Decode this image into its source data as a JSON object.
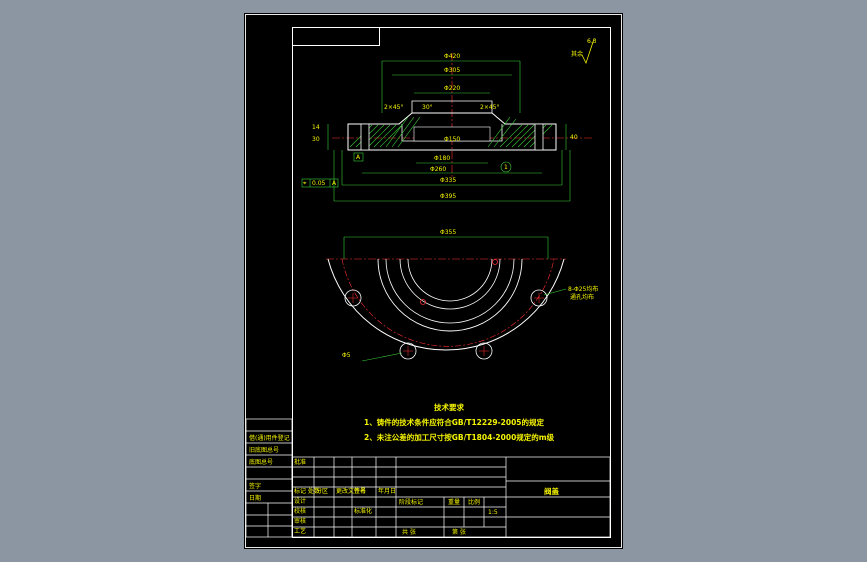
{
  "drawing": {
    "title": "阀盖",
    "tech_req_title": "技术要求",
    "tech_req_1": "1、铸件的技术条件应符合GB/T12229-2005的规定",
    "tech_req_2": "2、未注公差的加工尺寸按GB/T1804-2000规定的m级",
    "roughness_note": "其余",
    "roughness_value": "6.3",
    "gdt_symbol": "⌖",
    "gdt_value": "0.05",
    "gdt_datum": "A",
    "datum_label": "A",
    "balloon": "1",
    "dimensions": {
      "d1": "Φ420",
      "d2": "Φ305",
      "d3": "Φ220",
      "d4": "Φ260",
      "d5": "Φ180",
      "d6": "Φ150",
      "d7": "Φ335",
      "d8": "Φ355",
      "d9": "Φ395",
      "dim_side1": "14",
      "dim_side2": "30",
      "dim_right": "40",
      "chamfer1": "2×45°",
      "chamfer2": "2×45°",
      "angle": "30°",
      "bolt_pcd": "Φ335",
      "bolt_holes": "8-Φ25均布",
      "bolt_note": "通孔均布",
      "phi_label": "Φ5"
    },
    "title_block": {
      "r1": "标记 处数",
      "r2": "设计",
      "r3": "校核",
      "r4": "审核",
      "r5": "工艺",
      "r6": "批准",
      "c1": "分区",
      "c2": "更改文件号",
      "c3": "签名",
      "c4": "年月日",
      "c5": "标准化",
      "c6": "阶段标记",
      "c7": "重量",
      "c8": "比例",
      "c9": "1:5",
      "c10": "共 张",
      "c11": "第 张",
      "left1": "借(通)用件登记",
      "left2": "旧底图总号",
      "left3": "底图总号",
      "left4": "签字",
      "left5": "日期"
    }
  }
}
